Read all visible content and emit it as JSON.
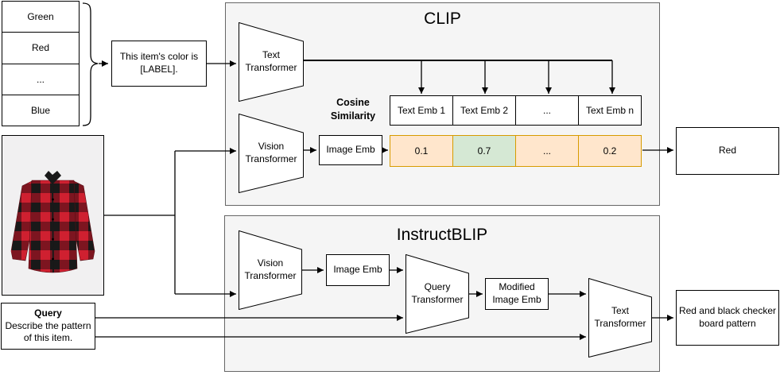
{
  "diagram": {
    "labels": [
      "Green",
      "Red",
      "...",
      "Blue"
    ],
    "prompt": "This item's color is [LABEL].",
    "clip": {
      "title": "CLIP",
      "text_transformer": "Text Transformer",
      "vision_transformer": "Vision Transformer",
      "image_emb": "Image Emb",
      "cosine_similarity": "Cosine Similarity",
      "text_embs": [
        "Text Emb 1",
        "Text Emb 2",
        "...",
        "Text Emb n"
      ],
      "similarities": [
        "0.1",
        "0.7",
        "...",
        "0.2"
      ],
      "highlighted_similarity": "0.7",
      "output": "Red"
    },
    "instructblip": {
      "title": "InstructBLIP",
      "vision_transformer": "Vision Transformer",
      "image_emb": "Image Emb",
      "query_transformer": "Query Transformer",
      "modified_image_emb": "Modified Image Emb",
      "text_transformer": "Text Transformer",
      "output": "Red and black checker board pattern"
    },
    "query": {
      "title": "Query",
      "text": "Describe the pattern of this item."
    },
    "colors": {
      "panel_fill": "#F5F5F5",
      "panel_border": "#666666",
      "similarity_fill": "#FFE6CC",
      "similarity_border": "#D79B00",
      "match_fill": "#D5E8D4",
      "match_border": "#82B366",
      "shirt_red": "#CF2030",
      "shirt_black": "#191919"
    }
  }
}
